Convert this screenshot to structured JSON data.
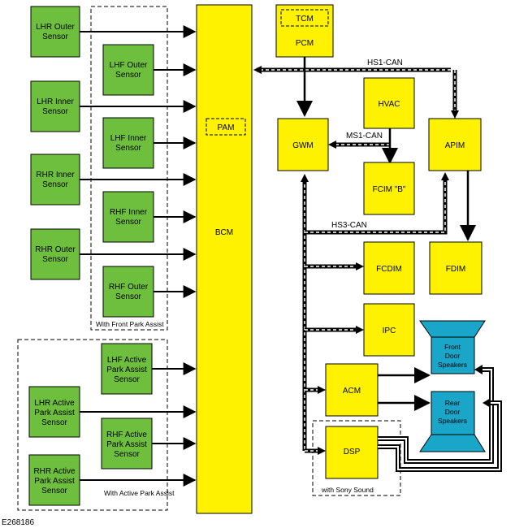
{
  "sensors_left": [
    {
      "line1": "LHR Outer",
      "line2": "Sensor",
      "line3": ""
    },
    {
      "line1": "LHR Inner",
      "line2": "Sensor",
      "line3": ""
    },
    {
      "line1": "RHR Inner",
      "line2": "Sensor",
      "line3": ""
    },
    {
      "line1": "RHR Outer",
      "line2": "Sensor",
      "line3": ""
    }
  ],
  "sensors_front": [
    {
      "line1": "LHF Outer",
      "line2": "Sensor",
      "line3": ""
    },
    {
      "line1": "LHF Inner",
      "line2": "Sensor",
      "line3": ""
    },
    {
      "line1": "RHF Inner",
      "line2": "Sensor",
      "line3": ""
    },
    {
      "line1": "RHF Outer",
      "line2": "Sensor",
      "line3": ""
    }
  ],
  "group_front_label": "With Front Park Assist",
  "sensors_active": [
    {
      "line1": "LHF Active",
      "line2": "Park Assist",
      "line3": "Sensor"
    },
    {
      "line1": "LHR Active",
      "line2": "Park Assist",
      "line3": "Sensor"
    },
    {
      "line1": "RHF Active",
      "line2": "Park Assist",
      "line3": "Sensor"
    },
    {
      "line1": "RHR Active",
      "line2": "Park Assist",
      "line3": "Sensor"
    }
  ],
  "group_active_label": "With Active Park Assist",
  "modules": {
    "bcm": "BCM",
    "pam": "PAM",
    "tcm": "TCM",
    "pcm": "PCM",
    "gwm": "GWM",
    "hvac": "HVAC",
    "fcim": "FCIM \"B\"",
    "apim": "APIM",
    "fcdim": "FCDIM",
    "fdim": "FDIM",
    "ipc": "IPC",
    "acm": "ACM",
    "dsp": "DSP"
  },
  "networks": {
    "hs1": "HS1-CAN",
    "ms1": "MS1-CAN",
    "hs3": "HS3-CAN"
  },
  "speakers": {
    "front": {
      "line1": "Front",
      "line2": "Door",
      "line3": "Speakers"
    },
    "rear": {
      "line1": "Rear",
      "line2": "Door",
      "line3": "Speakers"
    }
  },
  "group_sony_label": "with Sony Sound",
  "figure_code": "E268186",
  "colors": {
    "sensor_fill": "#6fbf3f",
    "module_fill": "#fff200",
    "speaker_fill": "#1aa6c9"
  }
}
